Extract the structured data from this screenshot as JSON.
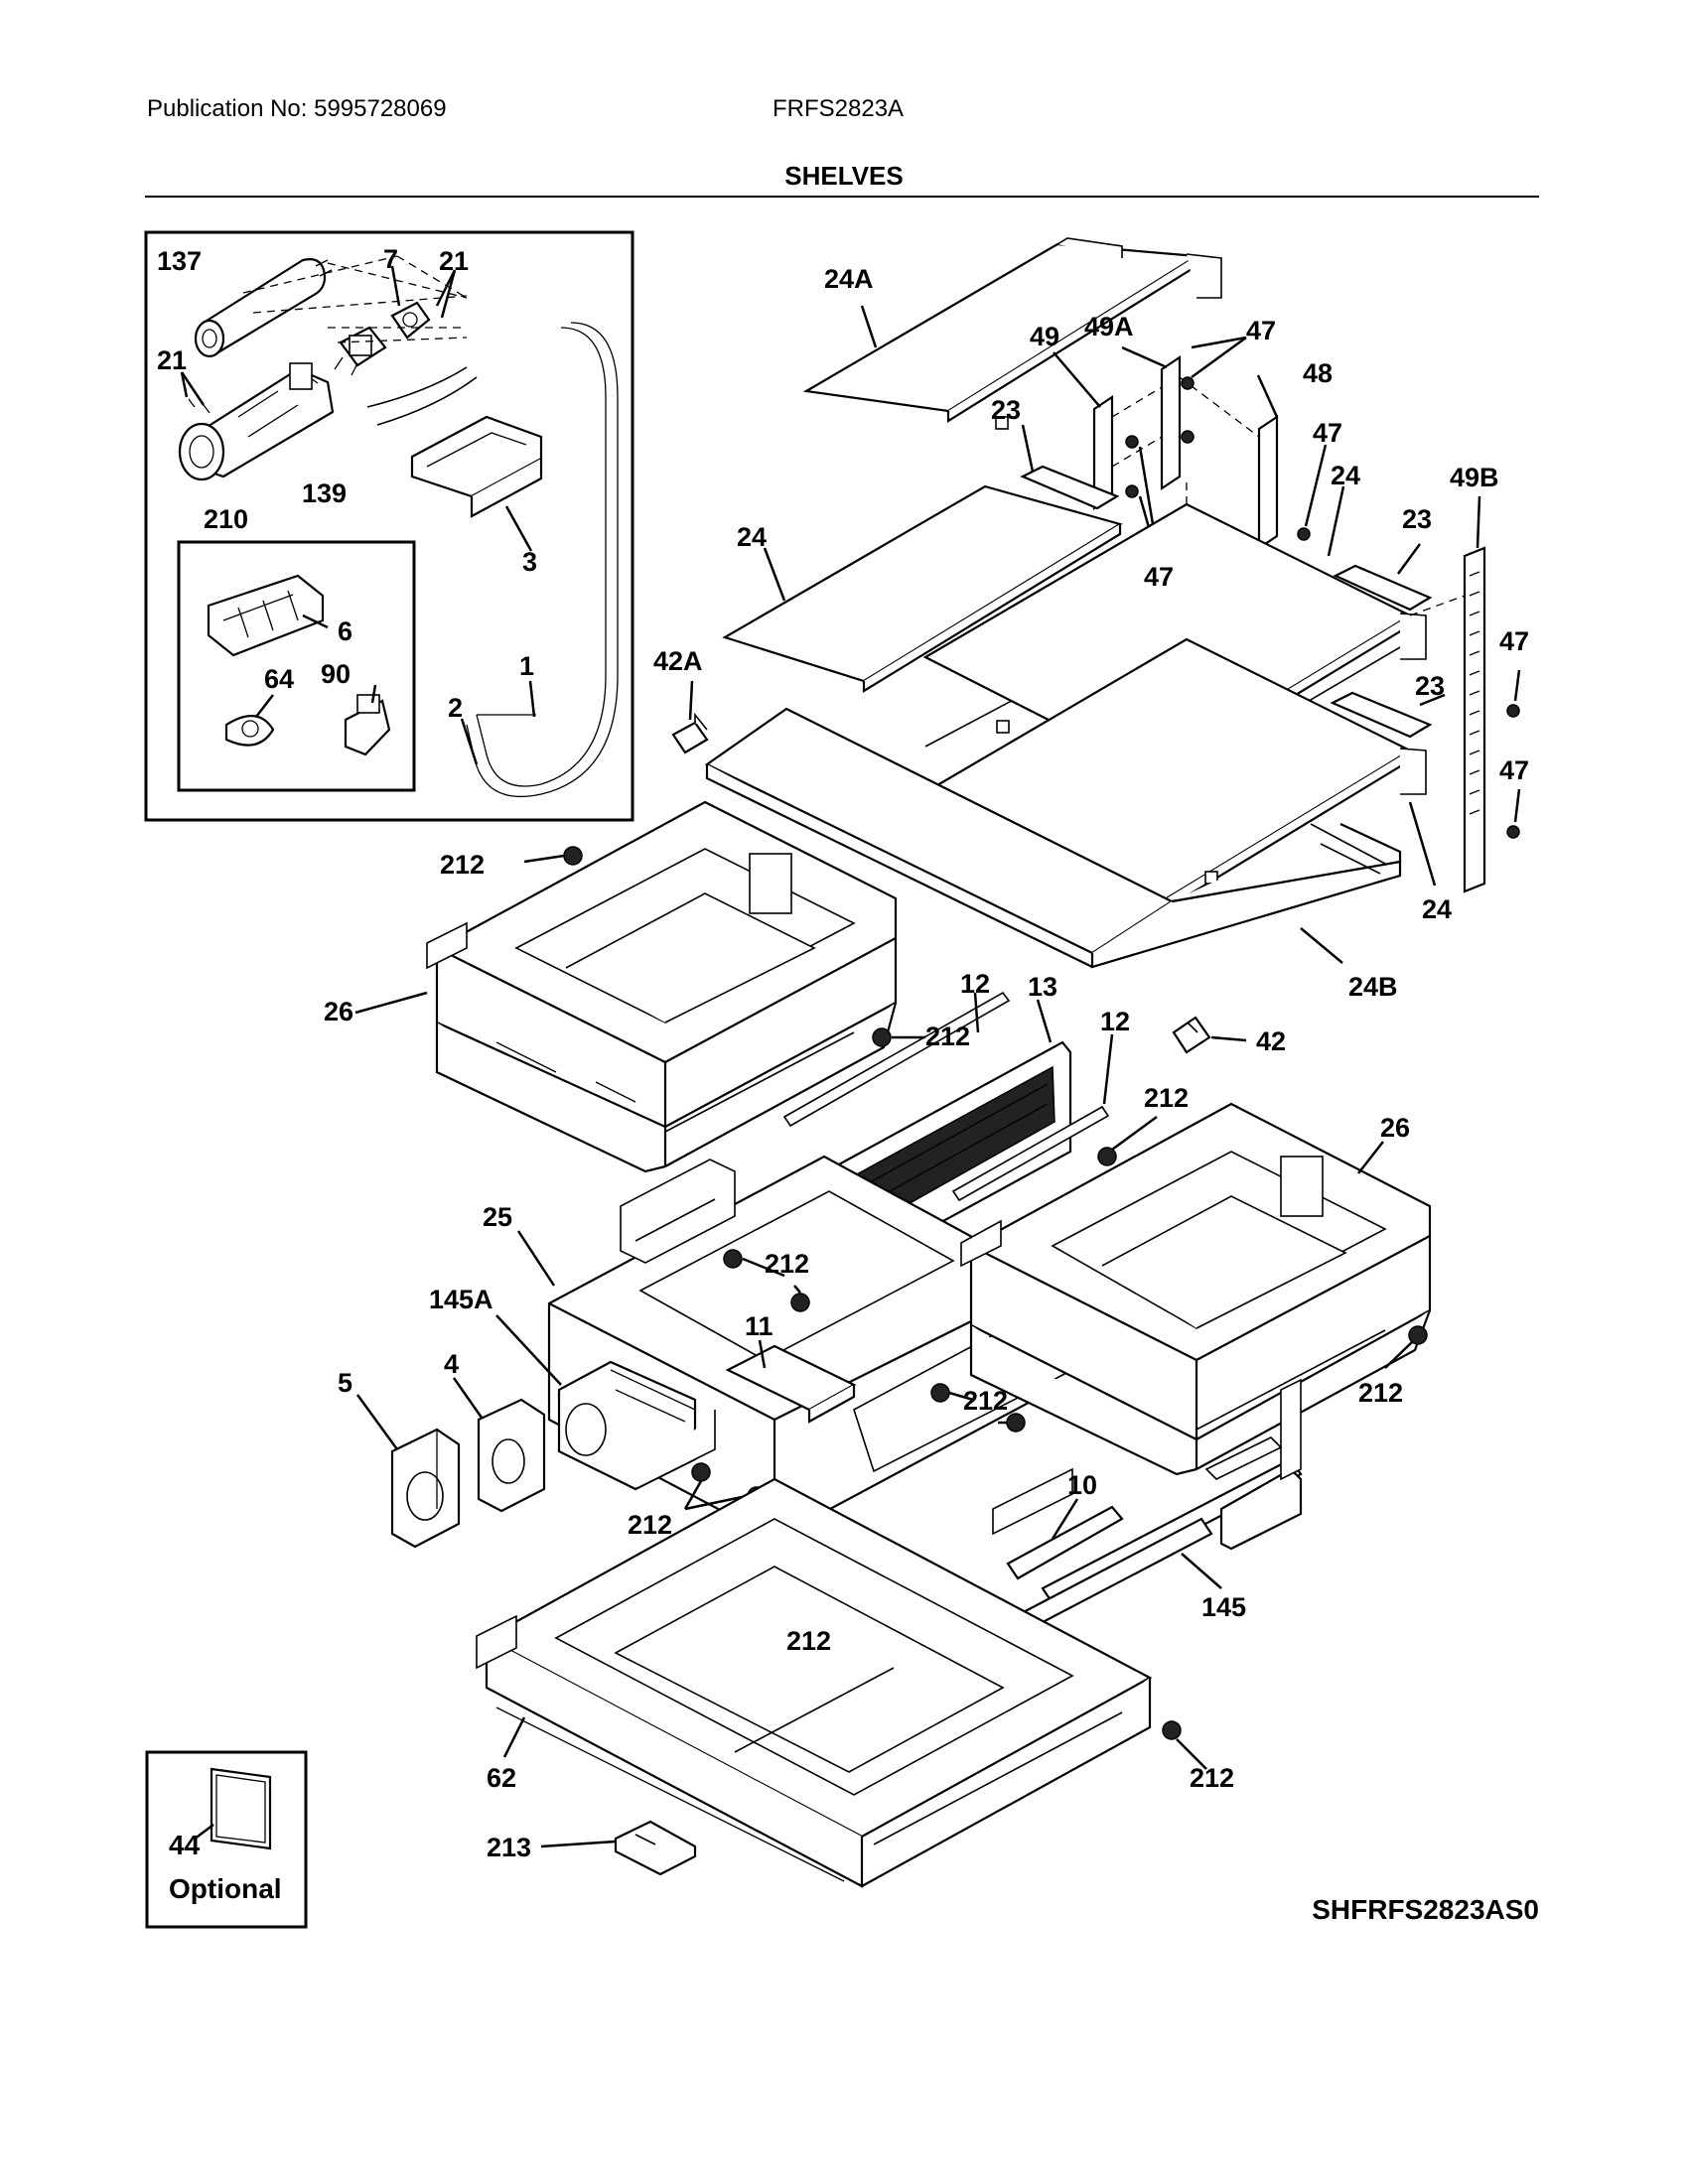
{
  "header": {
    "publication": "Publication No: 5995728069",
    "model": "FRFS2823A",
    "section_title": "SHELVES"
  },
  "diagram_code": "SHFRFS2823AS0",
  "optional_box": {
    "part": "44",
    "label": "Optional"
  },
  "callouts": {
    "c137": "137",
    "c7": "7",
    "c21a": "21",
    "c21b": "21",
    "c210": "210",
    "c139": "139",
    "c3": "3",
    "c6": "6",
    "c64": "64",
    "c90": "90",
    "c1": "1",
    "c2": "2",
    "c24A": "24A",
    "c49": "49",
    "c49A": "49A",
    "c47a": "47",
    "c48": "48",
    "c23a": "23",
    "c47b": "47",
    "c24a": "24",
    "c49B": "49B",
    "c24b": "24",
    "c23b": "23",
    "c47c": "47",
    "c42A": "42A",
    "c47d": "47",
    "c23c": "23",
    "c47e": "47",
    "c212a": "212",
    "c24c": "24",
    "c24B": "24B",
    "c26a": "26",
    "c212b": "212",
    "c12a": "12",
    "c13": "13",
    "c12b": "12",
    "c42": "42",
    "c212c": "212",
    "c26b": "26",
    "c25": "25",
    "c212d": "212",
    "c145A": "145A",
    "c11": "11",
    "c5": "5",
    "c4": "4",
    "c212e": "212",
    "c212f": "212",
    "c10": "10",
    "c212g": "212",
    "c145": "145",
    "c212h": "212",
    "c62": "62",
    "c212i": "212",
    "c213": "213"
  }
}
